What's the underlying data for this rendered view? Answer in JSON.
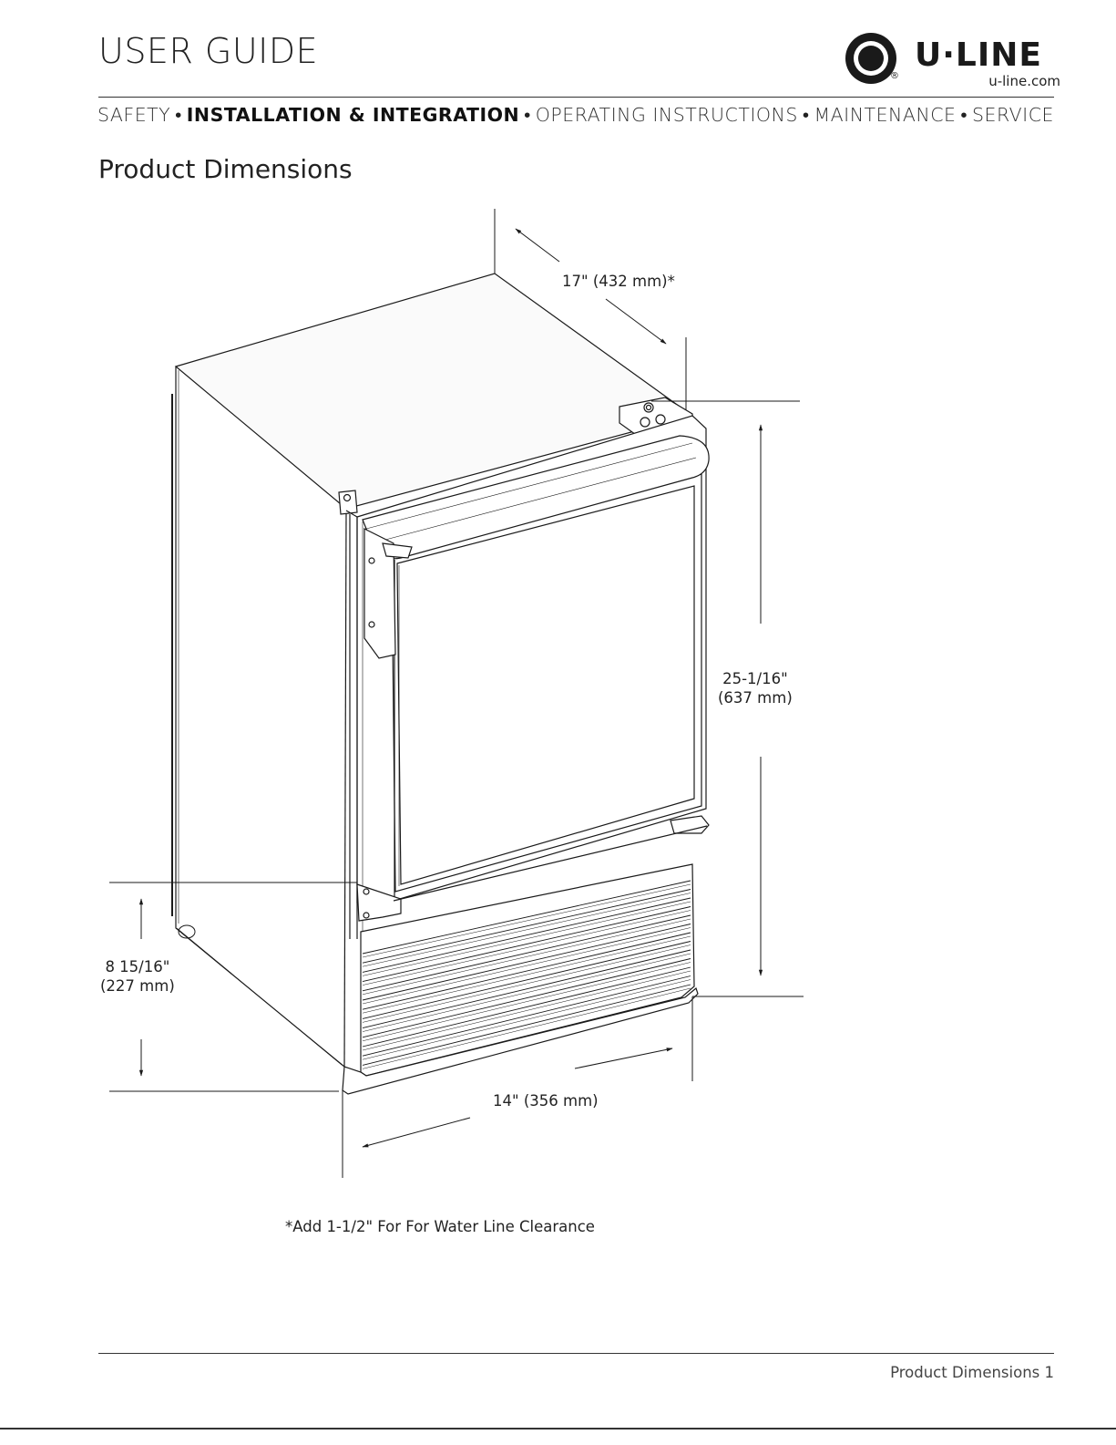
{
  "header": {
    "guide_title": "USER GUIDE",
    "logo": {
      "brand": "U·LINE",
      "registered": "®",
      "url": "u-line.com"
    }
  },
  "nav": {
    "items": [
      {
        "label": "SAFETY",
        "active": false
      },
      {
        "label": "INSTALLATION & INTEGRATION",
        "active": true
      },
      {
        "label": "OPERATING INSTRUCTIONS",
        "active": false
      },
      {
        "label": "MAINTENANCE",
        "active": false
      },
      {
        "label": "SERVICE",
        "active": false
      }
    ],
    "separator": "•"
  },
  "section": {
    "title": "Product Dimensions"
  },
  "dimensions": {
    "depth": "17\" (432 mm)*",
    "height_line1": "25-1/16\"",
    "height_line2": "(637 mm)",
    "grille_line1": "8 15/16\"",
    "grille_line2": "(227 mm)",
    "width": "14\" (356 mm)"
  },
  "footnote": "*Add 1-1/2\" For For Water Line Clearance",
  "footer": {
    "page_label": "Product Dimensions 1"
  }
}
